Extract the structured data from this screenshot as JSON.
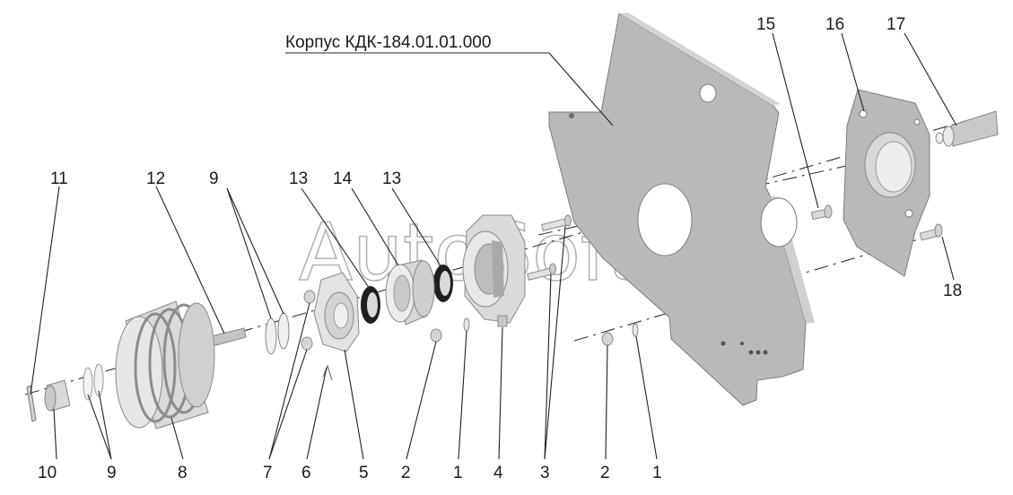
{
  "diagram": {
    "title": "Корпус КДК-184.01.01.000",
    "watermark": "AutoSoft",
    "callouts": {
      "c11": "11",
      "c12": "12",
      "c9top": "9",
      "c13a": "13",
      "c14": "14",
      "c13b": "13",
      "c15": "15",
      "c16": "16",
      "c17": "17",
      "c18": "18",
      "c10": "10",
      "c9bot": "9",
      "c8": "8",
      "c7": "7",
      "c6": "6",
      "c5": "5",
      "c2a": "2",
      "c1a": "1",
      "c4": "4",
      "c3": "3",
      "c2b": "2",
      "c1b": "1"
    },
    "colors": {
      "plate": "#b9b9b9",
      "light": "#e4e4e4",
      "seal": "#1f1f1f",
      "text": "#1a1a1a"
    }
  }
}
